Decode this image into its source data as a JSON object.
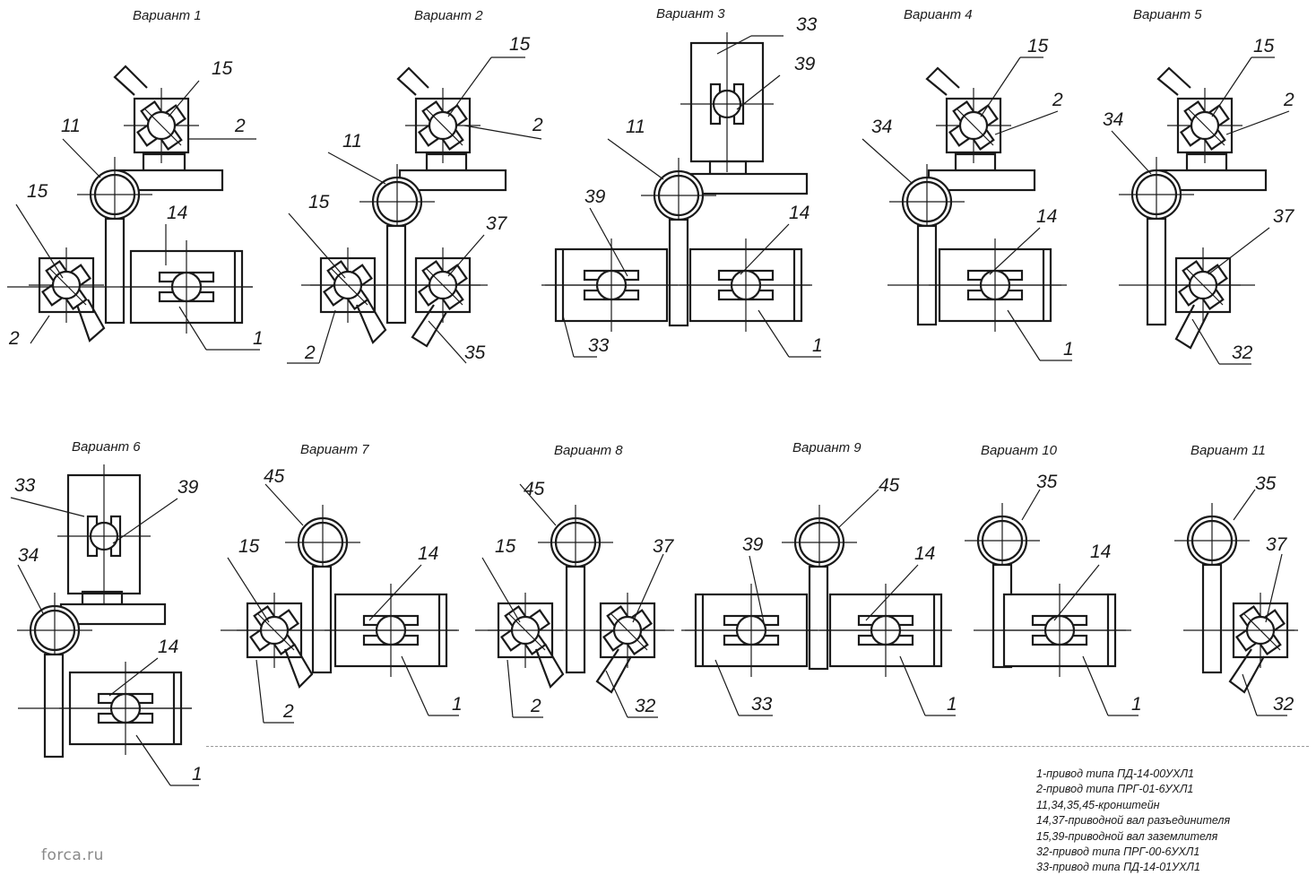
{
  "variants": [
    {
      "title": "Вариант 1",
      "labels": [
        "15",
        "11",
        "2",
        "15",
        "14",
        "2",
        "1"
      ]
    },
    {
      "title": "Вариант 2",
      "labels": [
        "15",
        "11",
        "2",
        "15",
        "37",
        "2",
        "35"
      ]
    },
    {
      "title": "Вариант 3",
      "labels": [
        "33",
        "39",
        "11",
        "39",
        "14",
        "33",
        "1"
      ]
    },
    {
      "title": "Вариант 4",
      "labels": [
        "15",
        "34",
        "2",
        "14",
        "1"
      ]
    },
    {
      "title": "Вариант 5",
      "labels": [
        "15",
        "34",
        "2",
        "37",
        "32"
      ]
    },
    {
      "title": "Вариант 6",
      "labels": [
        "33",
        "39",
        "34",
        "14",
        "1"
      ]
    },
    {
      "title": "Вариант 7",
      "labels": [
        "45",
        "15",
        "14",
        "2",
        "1"
      ]
    },
    {
      "title": "Вариант 8",
      "labels": [
        "45",
        "15",
        "37",
        "2",
        "32"
      ]
    },
    {
      "title": "Вариант 9",
      "labels": [
        "45",
        "39",
        "14",
        "33",
        "1"
      ]
    },
    {
      "title": "Вариант 10",
      "labels": [
        "35",
        "14",
        "1"
      ]
    },
    {
      "title": "Вариант 11",
      "labels": [
        "35",
        "37",
        "32"
      ]
    }
  ],
  "legend": [
    "1-привод типа ПД-14-00УХЛ1",
    "2-привод типа ПРГ-01-6УХЛ1",
    "11,34,35,45-кронштейн",
    "14,37-приводной вал разъединителя",
    "15,39-приводной вал заземлителя",
    "32-привод типа ПРГ-00-6УХЛ1",
    "33-привод типа ПД-14-01УХЛ1"
  ],
  "watermark": "forca.ru"
}
